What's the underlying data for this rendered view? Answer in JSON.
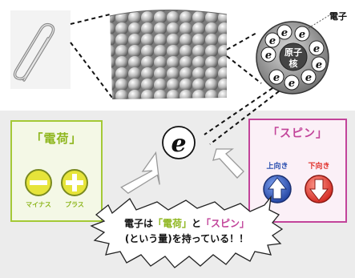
{
  "labels": {
    "electron": "電子",
    "nucleus_line1": "原子",
    "nucleus_line2": "核",
    "electron_symbol": "e",
    "charge_title": "「電荷」",
    "spin_title": "「スピン」",
    "minus": "マイナス",
    "plus": "プラス",
    "spin_up": "上向き",
    "spin_down": "下向き"
  },
  "callout": {
    "part1": "電子は",
    "charge": "「電荷」",
    "part2": "と",
    "spin": "「スピン」",
    "line2": "(という量)を持っている！！"
  },
  "icons": [
    "paperclip-image",
    "metal-atoms-lattice",
    "atom-diagram",
    "electron-symbol",
    "minus-icon",
    "plus-icon",
    "spin-up-arrow-icon",
    "spin-down-arrow-icon"
  ],
  "colors": {
    "charge_border": "#a4c936",
    "charge_text": "#8eb61e",
    "sign_fill": "#e6e43a",
    "spin_border": "#c2449a",
    "spin_up": "#2a4fb0",
    "spin_down": "#e0302a"
  }
}
